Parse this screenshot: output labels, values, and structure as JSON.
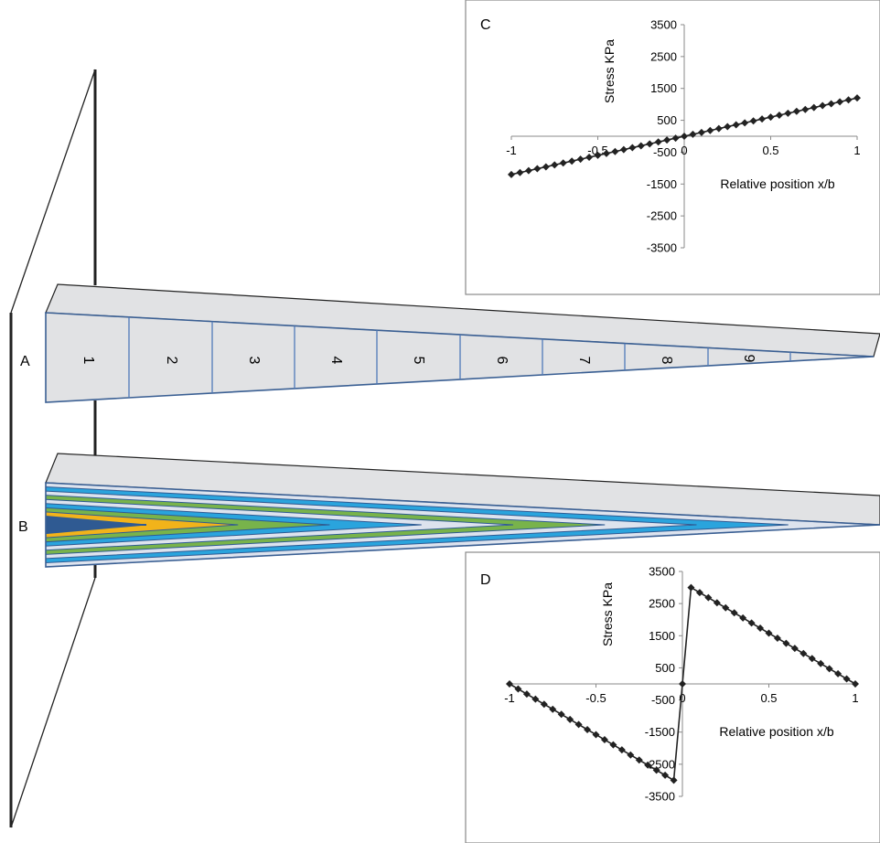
{
  "panels": {
    "A": {
      "letter": "A",
      "segment_labels": [
        "1",
        "2",
        "3",
        "4",
        "5",
        "6",
        "7",
        "8",
        "9"
      ]
    },
    "B": {
      "letter": "B"
    },
    "C": {
      "letter": "C"
    },
    "D": {
      "letter": "D"
    }
  },
  "chart_data": [
    {
      "type": "line",
      "panel": "C",
      "xlabel": "Relative position x/b",
      "ylabel": "Stress  KPa",
      "xlim": [
        -1,
        1
      ],
      "ylim": [
        -3500,
        3500
      ],
      "x_ticks": [
        "-1",
        "-0.5",
        "0",
        "0.5",
        "1"
      ],
      "y_ticks": [
        "3500",
        "2500",
        "1500",
        "500",
        "-500",
        "-1500",
        "-2500",
        "-3500"
      ],
      "marker": "diamond",
      "line_color": "#222222",
      "x": [
        -1,
        -0.95,
        -0.9,
        -0.85,
        -0.8,
        -0.75,
        -0.7,
        -0.65,
        -0.6,
        -0.55,
        -0.5,
        -0.45,
        -0.4,
        -0.35,
        -0.3,
        -0.25,
        -0.2,
        -0.15,
        -0.1,
        -0.05,
        0,
        0.05,
        0.1,
        0.15,
        0.2,
        0.25,
        0.3,
        0.35,
        0.4,
        0.45,
        0.5,
        0.55,
        0.6,
        0.65,
        0.7,
        0.75,
        0.8,
        0.85,
        0.9,
        0.95,
        1
      ],
      "y": [
        -1200,
        -1140,
        -1080,
        -1020,
        -960,
        -900,
        -840,
        -780,
        -720,
        -660,
        -600,
        -540,
        -480,
        -420,
        -360,
        -300,
        -240,
        -180,
        -120,
        -60,
        0,
        60,
        120,
        180,
        240,
        300,
        360,
        420,
        480,
        540,
        600,
        660,
        720,
        780,
        840,
        900,
        960,
        1020,
        1080,
        1140,
        1200
      ]
    },
    {
      "type": "line",
      "panel": "D",
      "xlabel": "Relative position x/b",
      "ylabel": "Stress KPa",
      "xlim": [
        -1,
        1
      ],
      "ylim": [
        -3500,
        3500
      ],
      "x_ticks": [
        "-1",
        "-0.5",
        "0",
        "0.5",
        "1"
      ],
      "y_ticks": [
        "3500",
        "2500",
        "1500",
        "500",
        "-500",
        "-1500",
        "-2500",
        "-3500"
      ],
      "marker": "diamond",
      "line_color": "#222222",
      "x": [
        -1,
        -0.95,
        -0.9,
        -0.85,
        -0.8,
        -0.75,
        -0.7,
        -0.65,
        -0.6,
        -0.55,
        -0.5,
        -0.45,
        -0.4,
        -0.35,
        -0.3,
        -0.25,
        -0.2,
        -0.15,
        -0.1,
        -0.05,
        0,
        0.05,
        0.1,
        0.15,
        0.2,
        0.25,
        0.3,
        0.35,
        0.4,
        0.45,
        0.5,
        0.55,
        0.6,
        0.65,
        0.7,
        0.75,
        0.8,
        0.85,
        0.9,
        0.95,
        1
      ],
      "y": [
        0,
        -158,
        -316,
        -474,
        -632,
        -789,
        -947,
        -1105,
        -1263,
        -1421,
        -1579,
        -1737,
        -1895,
        -2053,
        -2211,
        -2368,
        -2526,
        -2684,
        -2842,
        -3000,
        0,
        3000,
        2842,
        2684,
        2526,
        2368,
        2211,
        2053,
        1895,
        1737,
        1579,
        1421,
        1263,
        1105,
        947,
        789,
        632,
        474,
        316,
        158,
        0
      ]
    }
  ],
  "colors": {
    "beam_face": "#e1e2e4",
    "beam_edge": "#3a5f93",
    "segment_divider": "#4e79b8",
    "outline": "#222222",
    "layer_white": "#dde3ee",
    "layer_blue": "#2aa4dd",
    "layer_green": "#78b34b",
    "layer_orange": "#f2b31a",
    "layer_navy": "#2f5a92",
    "panel_border": "#8a8a8a"
  }
}
